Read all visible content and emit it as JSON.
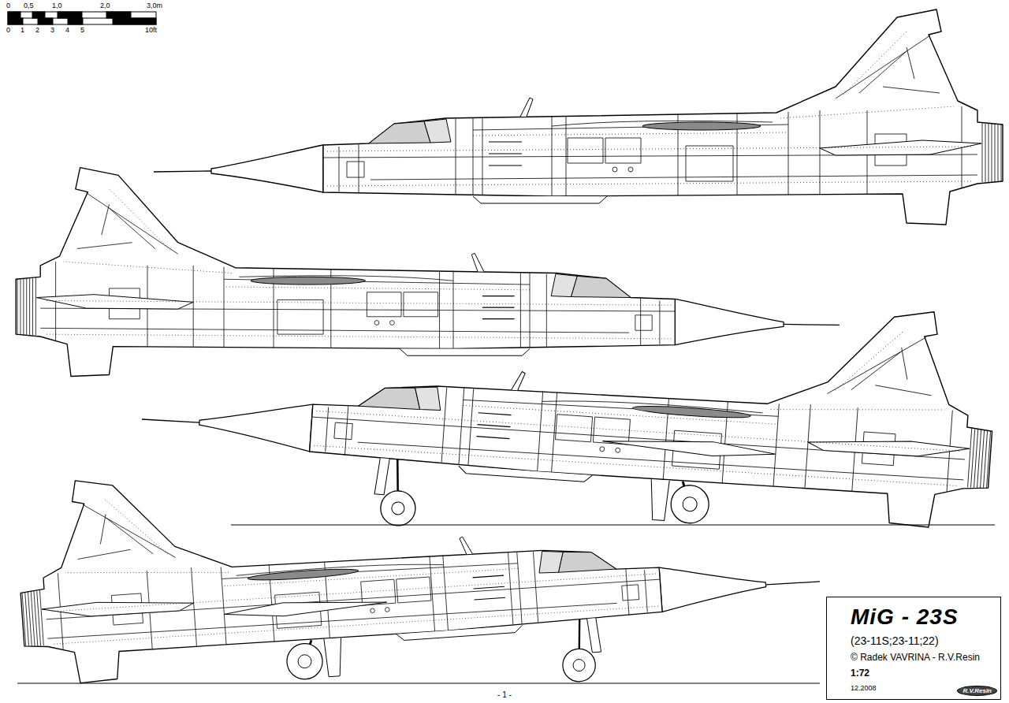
{
  "diagram": {
    "nodes": [
      {
        "text": [
          "MiG - 23S",
          "(23-11S;23-11;22)",
          "© Radek VAVRINA - R.V.Resin",
          "1:72",
          "12.2008"
        ]
      },
      {
        "text": [
          "R.V.Resin"
        ],
        "in": 0
      }
    ],
    "labels": [
      "0",
      "0,5",
      "1,0",
      "2,0",
      "3,0m",
      "0",
      "1",
      "2",
      "3",
      "4",
      "5",
      "10ft",
      "- 1 -"
    ]
  }
}
